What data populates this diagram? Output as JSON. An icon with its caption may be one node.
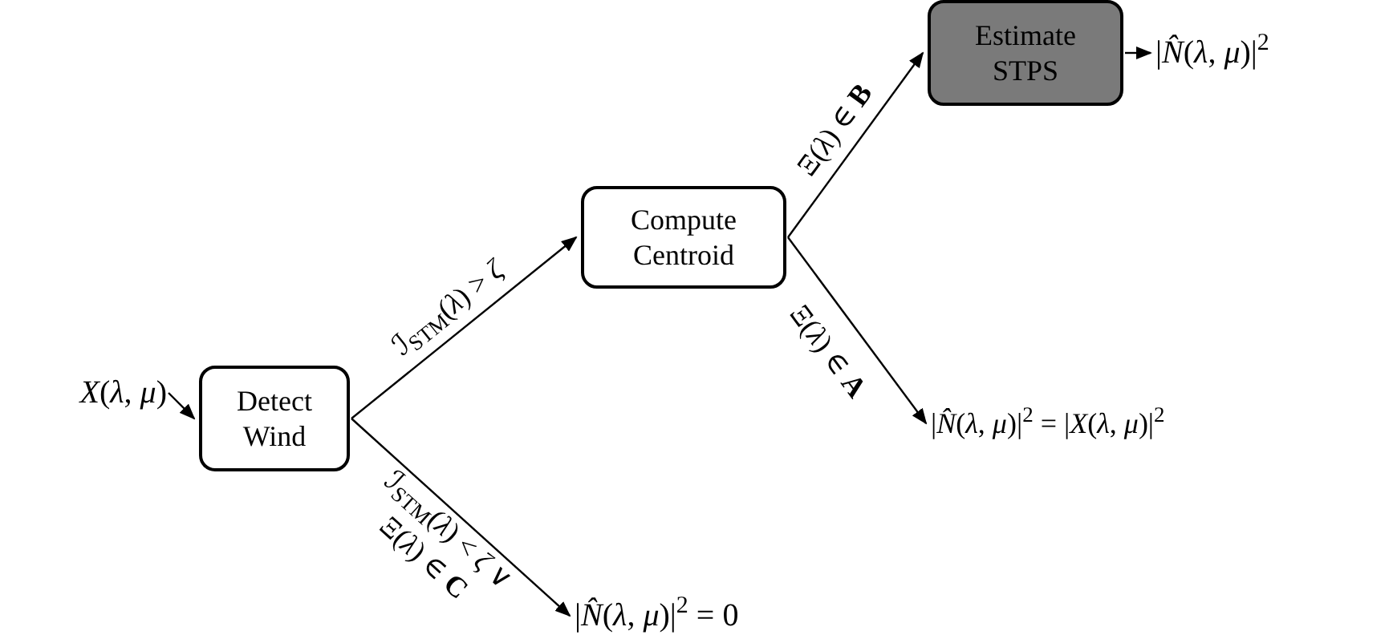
{
  "diagram": {
    "nodes": [
      {
        "text": [
          "*X*(*λ*, *μ*)"
        ]
      },
      {
        "text": [
          "Detect Wind"
        ]
      },
      {
        "text": [
          "Compute Centroid"
        ]
      },
      {
        "text": [
          "Estimate STPS"
        ]
      },
      {
        "text": [
          "|*N̂*(*λ*, *μ*)|$^{2}$"
        ]
      },
      {
        "text": [
          "|*N̂*(*λ*, *μ*)|$^{2}$ = |*X*(*λ*, *μ*)|$^{2}$"
        ]
      },
      {
        "text": [
          "|*N̂*(*λ*, *μ*)|$^{2}$ = 0"
        ]
      }
    ],
    "edges": [
      {
        "from": 0,
        "to": 1,
        "arrow": "to"
      },
      {
        "from": 1,
        "to": 2,
        "arrow": "to",
        "label": "*ℐ*$_{STM}$(*λ*) > *ζ*"
      },
      {
        "from": 2,
        "to": 3,
        "arrow": "to",
        "label": "Ξ(*λ*) ∈ **B**"
      },
      {
        "from": 3,
        "to": 4,
        "arrow": "to"
      },
      {
        "from": 2,
        "to": 5,
        "arrow": "to",
        "label": "Ξ(*λ*) ∈ **A**"
      },
      {
        "from": 1,
        "to": 6,
        "arrow": "to",
        "label": "*ℐ*$_{STM}$(*λ*) < *ζ* ∨ Ξ(*λ*) ∈ **C**"
      }
    ]
  }
}
